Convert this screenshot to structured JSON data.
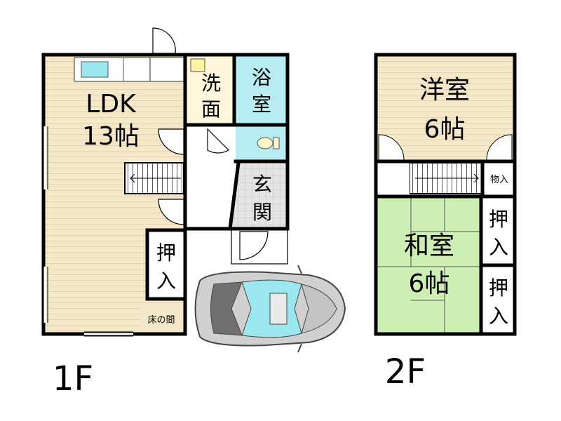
{
  "colors": {
    "ldk_floor": "#f5e8c8",
    "wash": "#fff6dc",
    "bath_blue": "#b6ecf2",
    "genkan_gray": "#d9d9d9",
    "tatami_green": "#cdefb4",
    "wall": "#000000",
    "car_body": "#d0d0d0",
    "car_glass": "#9be7ee"
  },
  "floor1": {
    "ldk_label": "LDK",
    "ldk_size": "13帖",
    "wash_top": "洗",
    "wash_bottom": "面",
    "bath_top": "浴",
    "bath_bottom": "室",
    "genkan_top": "玄",
    "genkan_bottom": "関",
    "closet_top": "押",
    "closet_bottom": "入",
    "tokonoma": "床の間",
    "floor_label": "1F"
  },
  "floor2": {
    "youshitsu_label": "洋室",
    "youshitsu_size": "6帖",
    "washitsu_label": "和室",
    "washitsu_size": "6帖",
    "storage": "物入",
    "closet1_top": "押",
    "closet1_bottom": "入",
    "closet2_top": "押",
    "closet2_bottom": "入",
    "floor_label": "2F"
  }
}
